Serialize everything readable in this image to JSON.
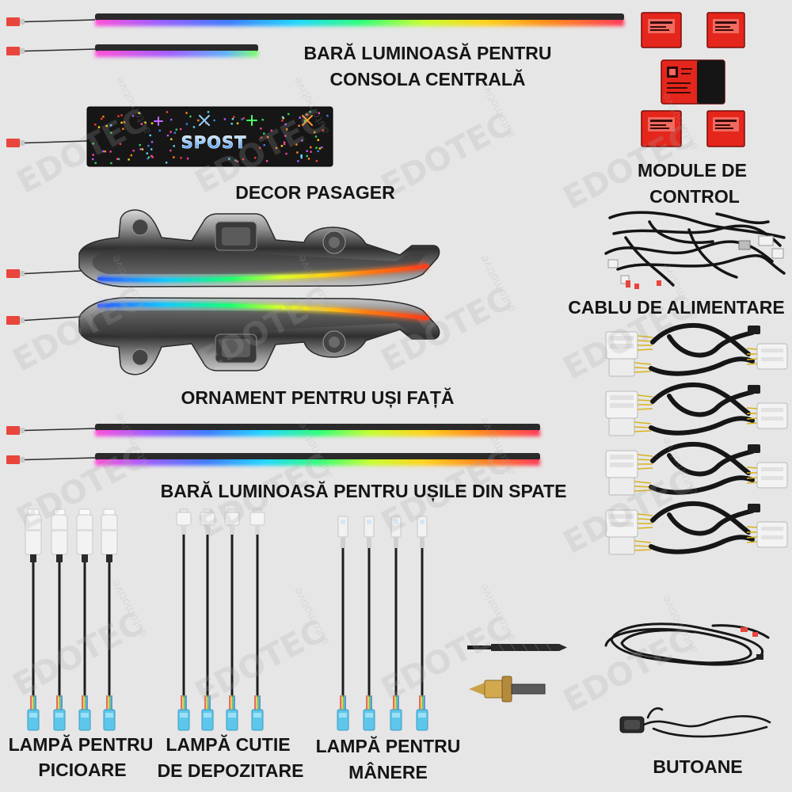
{
  "components": {
    "center_console_bar": {
      "label_line1": "BARĂ LUMINOASĂ PENTRU",
      "label_line2": "CONSOLA CENTRALĂ"
    },
    "control_modules": {
      "label_line1": "MODULE DE",
      "label_line2": "CONTROL"
    },
    "passenger_decor": {
      "label": "DECOR PASAGER",
      "panel_text": "SPOST"
    },
    "power_cable": {
      "label": "CABLU DE ALIMENTARE"
    },
    "front_door_ornament": {
      "label": "ORNAMENT PENTRU UȘI FAȚĂ"
    },
    "rear_door_bar": {
      "label": "BARĂ LUMINOASĂ PENTRU UȘILE DIN SPATE"
    },
    "foot_lamp": {
      "label_line1": "LAMPĂ PENTRU",
      "label_line2": "PICIOARE"
    },
    "storage_lamp": {
      "label_line1": "LAMPĂ CUTIE",
      "label_line2": "DE DEPOZITARE"
    },
    "handle_lamp": {
      "label_line1": "LAMPĂ PENTRU",
      "label_line2": "MÂNERE"
    },
    "buttons": {
      "label": "BUTOANE"
    }
  },
  "watermark": {
    "brand": "EDOTEC",
    "tagline": "automotive"
  },
  "colors": {
    "background": "#e6e6e6",
    "label_text": "#151515",
    "connector_red": "#e8453c",
    "module_red": "#e5261c",
    "lamp_connector_blue": "#5ec6ea",
    "watermark": "#a9a9a9"
  }
}
